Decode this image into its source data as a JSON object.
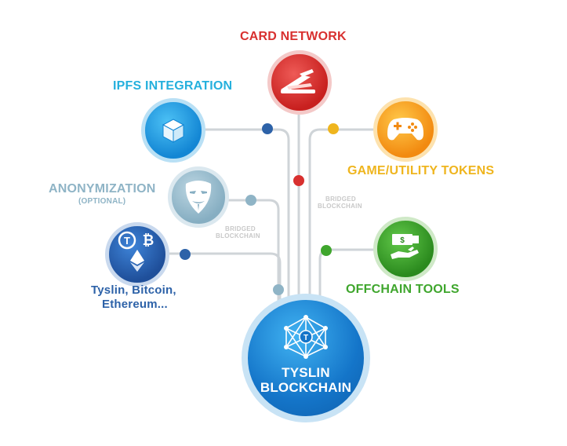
{
  "center": {
    "line1": "TYSLIN",
    "line2": "BLOCKCHAIN"
  },
  "nodes": {
    "card_network": {
      "label": "CARD NETWORK"
    },
    "ipfs": {
      "label": "IPFS INTEGRATION"
    },
    "game": {
      "label": "GAME/UTILITY TOKENS"
    },
    "anonymization": {
      "label": "ANONYMIZATION",
      "sublabel": "(OPTIONAL)"
    },
    "coins": {
      "line1": "Tyslin, Bitcoin,",
      "line2": "Ethereum..."
    },
    "offchain": {
      "label": "OFFCHAIN TOOLS"
    }
  },
  "bridged": {
    "right": {
      "line1": "BRIDGED",
      "line2": "BLOCKCHAIN"
    },
    "left": {
      "line1": "BRIDGED",
      "line2": "BLOCKCHAIN"
    }
  },
  "icons": {
    "card_network": "card-machine-icon",
    "ipfs": "cube-icon",
    "game": "gamepad-icon",
    "anonymization": "mask-icon",
    "coins": "crypto-coins-icon",
    "offchain": "money-hand-icon",
    "center": "network-icon"
  },
  "colors": {
    "red": "#d8302f",
    "blue_light": "#1f9fe0",
    "orange": "#f39a16",
    "yellow": "#efb51e",
    "grey_blue": "#8fb4c6",
    "navy": "#2d62a8",
    "green": "#3fa62d",
    "teal_text": "#25b0dd",
    "center_blue": "#1d7fd0"
  }
}
